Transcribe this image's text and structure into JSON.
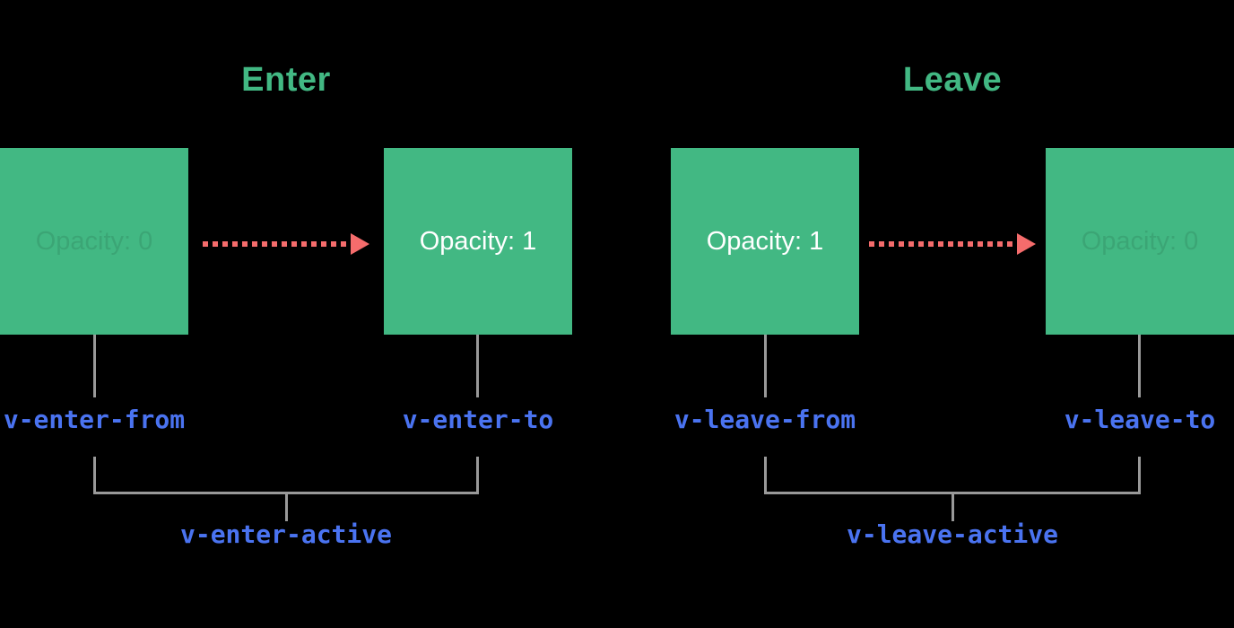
{
  "colors": {
    "green": "#42b883",
    "red": "#f56c6c",
    "blue": "#4a73f0",
    "gray": "#999999",
    "white": "#ffffff",
    "bg": "#000000"
  },
  "sections": [
    {
      "id": "enter",
      "title": "Enter",
      "box_from": {
        "label": "Opacity: 0",
        "faint": true
      },
      "box_to": {
        "label": "Opacity: 1",
        "faint": false
      },
      "from_label": "v-enter-from",
      "to_label": "v-enter-to",
      "active_label": "v-enter-active"
    },
    {
      "id": "leave",
      "title": "Leave",
      "box_from": {
        "label": "Opacity: 1",
        "faint": false
      },
      "box_to": {
        "label": "Opacity: 0",
        "faint": true
      },
      "from_label": "v-leave-from",
      "to_label": "v-leave-to",
      "active_label": "v-leave-active"
    }
  ]
}
